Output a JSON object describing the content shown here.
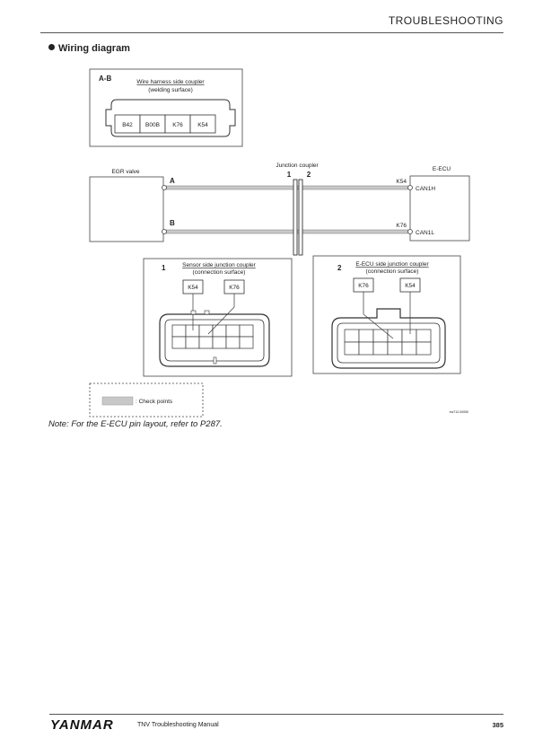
{
  "header": {
    "title": "TROUBLESHOOTING"
  },
  "section": {
    "heading": "Wiring diagram"
  },
  "diagram": {
    "coupler_ab": {
      "tag": "A-B",
      "title_line1": "Wire harness side coupler",
      "title_line2": "(welding surface)",
      "pins": [
        "B42",
        "B00B",
        "K76",
        "K54"
      ]
    },
    "junction_label": "Junction coupler",
    "junction_pin_1": "1",
    "junction_pin_2": "2",
    "egr_label": "EGR valve",
    "ecu_label": "E-ECU",
    "wire_a": {
      "label": "A",
      "code": "K54",
      "terminal": "CAN1H"
    },
    "wire_b": {
      "label": "B",
      "code": "K76",
      "terminal": "CAN1L"
    },
    "sensor_coupler": {
      "number": "1",
      "title_line1": "Sensor side junction coupler",
      "title_line2": "(connection surface)",
      "pins": [
        "K54",
        "K76"
      ]
    },
    "ecu_coupler": {
      "number": "2",
      "title_line1": "E-ECU side junction coupler",
      "title_line2": "(connection surface)",
      "pins": [
        "K76",
        "K54"
      ]
    },
    "legend_label": ": Check points",
    "ref_code": "ew712-00050"
  },
  "note": "Note: For the E-ECU pin layout, refer to P287.",
  "footer": {
    "brand": "YANMAR",
    "manual": "TNV Troubleshooting Manual",
    "page": "385"
  }
}
